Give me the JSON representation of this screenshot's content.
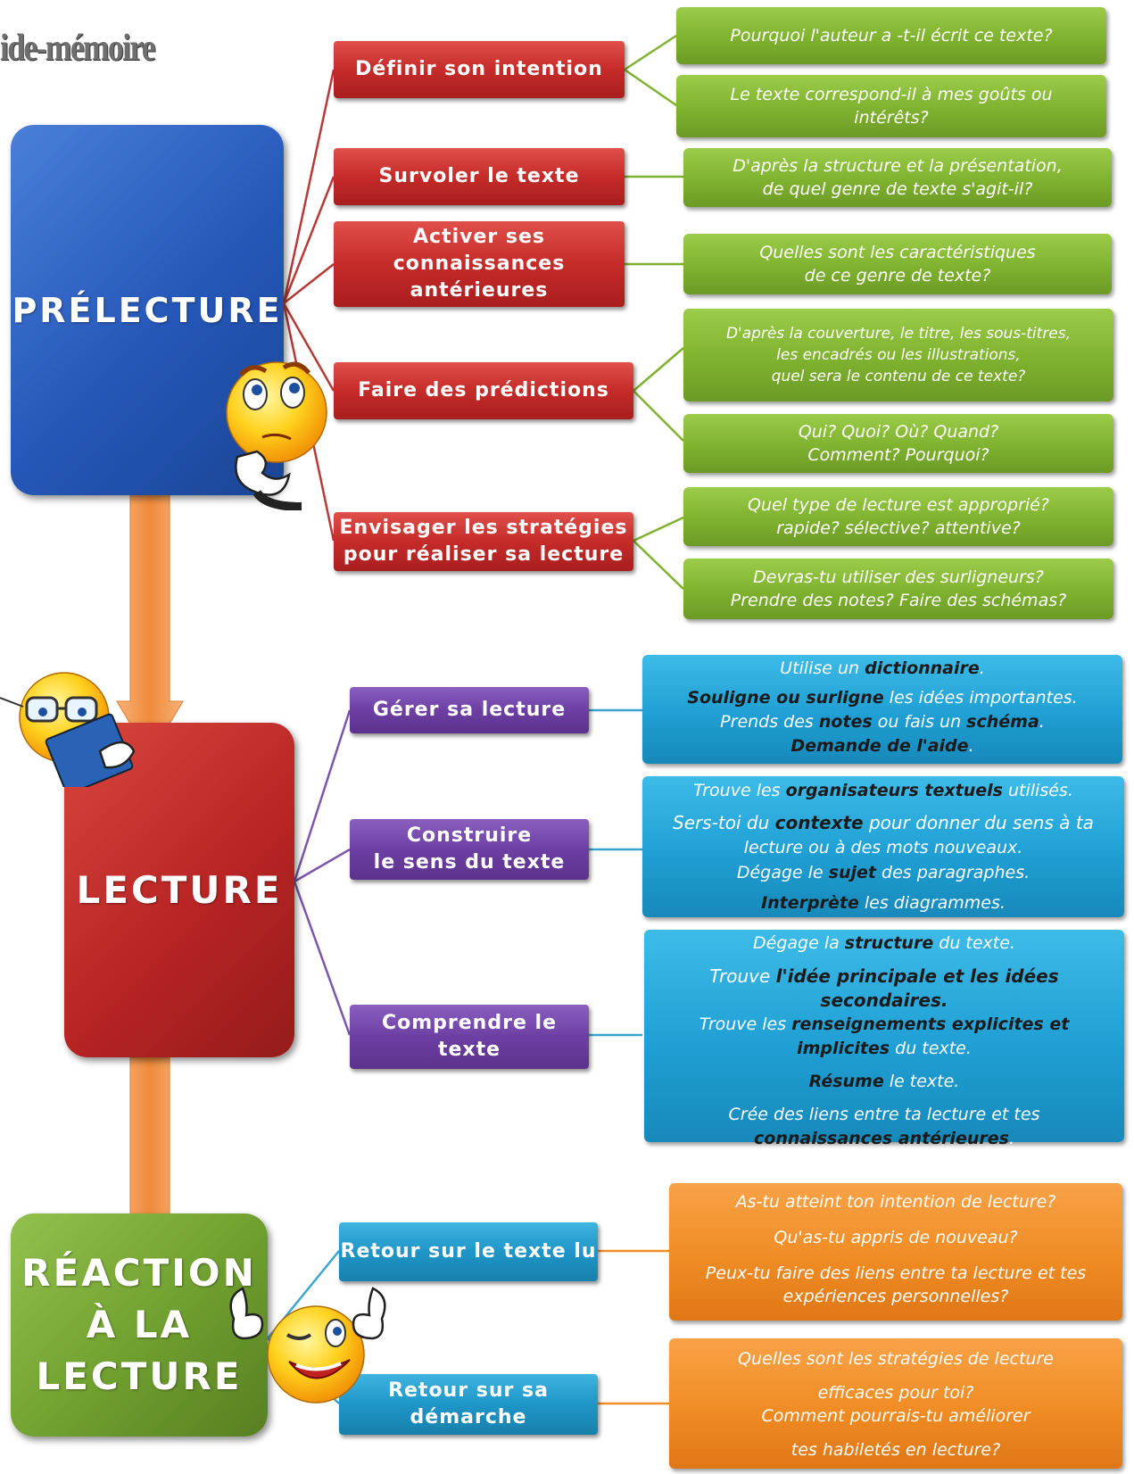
{
  "title": "ide-mémoire",
  "phases": {
    "prelecture": "PRÉLECTURE",
    "lecture": "LECTURE",
    "reaction": [
      "RÉACTION",
      "À LA",
      "LECTURE"
    ]
  },
  "prelecture_steps": {
    "s1": "Définir son intention",
    "s2": "Survoler le texte",
    "s3": [
      "Activer ses",
      "connaissances",
      "antérieures"
    ],
    "s4": "Faire des prédictions",
    "s5": [
      "Envisager les stratégies",
      "pour réaliser sa lecture"
    ]
  },
  "prelecture_leaves": {
    "l1": "Pourquoi l'auteur a -t-il écrit ce texte?",
    "l2": [
      "Le texte correspond-il à mes goûts ou",
      "intérêts?"
    ],
    "l3": [
      "D'après la structure et la présentation,",
      "de quel genre de texte s'agit-il?"
    ],
    "l4": [
      "Quelles sont les caractéristiques",
      "de ce genre de texte?"
    ],
    "l5": [
      "D'après la couverture, le titre, les sous-titres,",
      "les encadrés ou les illustrations,",
      "quel sera le contenu de ce texte?"
    ],
    "l6": [
      "Qui? Quoi? Où? Quand?",
      "Comment? Pourquoi?"
    ],
    "l7": [
      "Quel type de lecture est approprié?",
      "rapide? sélective? attentive?"
    ],
    "l8": [
      "Devras-tu utiliser des surligneurs?",
      "Prendre des notes? Faire des schémas?"
    ]
  },
  "lecture_steps": {
    "s1": "Gérer sa lecture",
    "s2": [
      "Construire",
      "le sens du texte"
    ],
    "s3": [
      "Comprendre le",
      "texte"
    ]
  },
  "lecture_leaves": {
    "b1": {
      "line1_pre": "Utilise un ",
      "line1_bold": "dictionnaire",
      "line1_post": ".",
      "line2_bold": "Souligne ou surligne",
      "line2_post": " les idées importantes.",
      "line3_pre": "Prends des ",
      "line3_bold1": "notes",
      "line3_mid": " ou fais un ",
      "line3_bold2": "schéma",
      "line3_post": ".",
      "line4_bold": "Demande de l'aide",
      "line4_post": "."
    },
    "b2": {
      "line1_pre": "Trouve les ",
      "line1_bold": "organisateurs textuels",
      "line1_post": " utilisés.",
      "line2_pre": "Sers-toi  du ",
      "line2_bold": "contexte",
      "line2_post": " pour donner du sens à ta",
      "line3": "lecture ou à des mots nouveaux.",
      "line4_pre": "Dégage le ",
      "line4_bold": "sujet",
      "line4_post": " des paragraphes.",
      "line5_bold": "Interprète",
      "line5_post": " les diagrammes."
    },
    "b3": {
      "line1_pre": "Dégage la ",
      "line1_bold": "structure",
      "line1_post": " du texte.",
      "line2_pre": "Trouve ",
      "line2_bold": "l'idée principale et les idées secondaires.",
      "line3_pre": "Trouve les ",
      "line3_bold": "renseignements explicites et",
      "line4_bold": "implicites",
      "line4_post": " du texte.",
      "line5_bold": "Résume",
      "line5_post": " le texte.",
      "line6": "Crée des liens entre ta lecture et tes",
      "line7_bold": "connaissances antérieures",
      "line7_post": "."
    }
  },
  "reaction_steps": {
    "s1": "Retour sur le texte lu",
    "s2": [
      "Retour sur sa",
      "démarche"
    ]
  },
  "reaction_leaves": {
    "o1": [
      "As-tu atteint ton intention de lecture?",
      "Qu'as-tu appris de nouveau?",
      "Peux-tu faire des liens entre ta lecture et tes",
      "expériences personnelles?"
    ],
    "o2": [
      "Quelles sont les stratégies de lecture",
      "efficaces pour toi?",
      "Comment pourrais-tu améliorer",
      "tes habiletés en lecture?"
    ]
  },
  "colors": {
    "prelecture": "#2457b8",
    "lecture": "#b92424",
    "reaction": "#6f9f2e",
    "arrow": "#f59b4c"
  }
}
